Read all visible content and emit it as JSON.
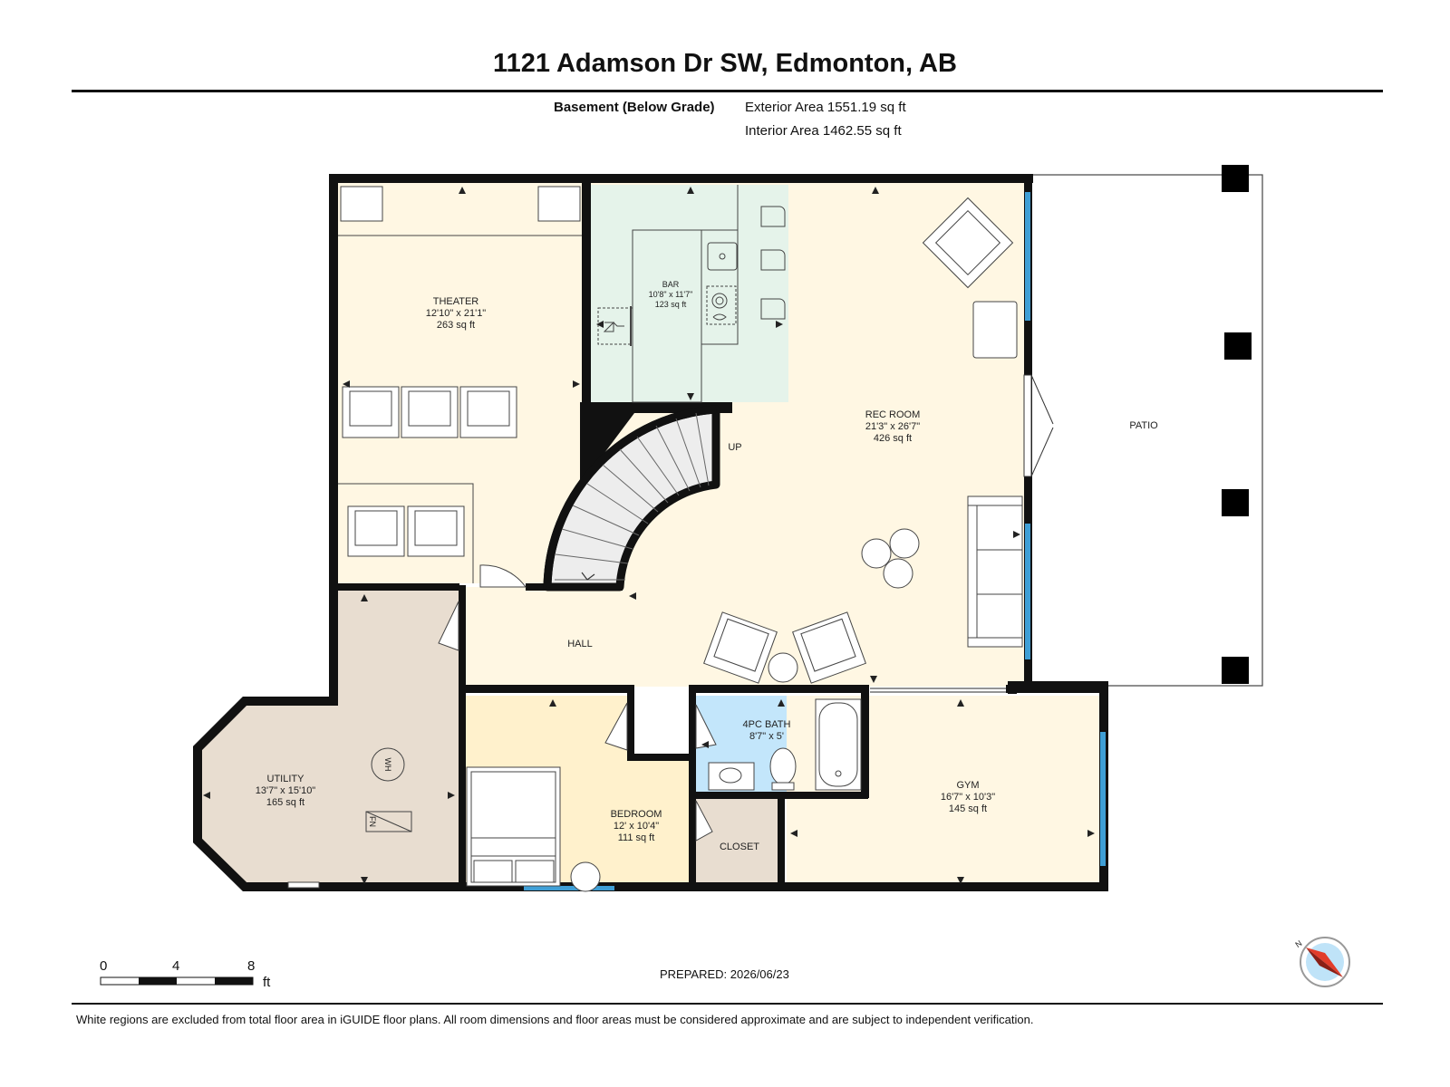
{
  "header": {
    "title": "1121 Adamson Dr SW, Edmonton, AB",
    "level": "Basement (Below Grade)",
    "exterior_area": "Exterior Area 1551.19 sq ft",
    "interior_area": "Interior Area 1462.55 sq ft"
  },
  "rooms": {
    "theater": {
      "name": "THEATER",
      "dims": "12'10\" x 21'1\"",
      "area": "263 sq ft"
    },
    "bar": {
      "name": "BAR",
      "dims": "10'8\" x 11'7\"",
      "area": "123 sq ft"
    },
    "rec_room": {
      "name": "REC ROOM",
      "dims": "21'3\" x 26'7\"",
      "area": "426 sq ft"
    },
    "patio": {
      "name": "PATIO"
    },
    "up": {
      "name": "UP"
    },
    "hall": {
      "name": "HALL"
    },
    "utility": {
      "name": "UTILITY",
      "dims": "13'7\" x 15'10\"",
      "area": "165 sq ft"
    },
    "wh": {
      "name": "WH"
    },
    "fn": {
      "name": "FN"
    },
    "bedroom": {
      "name": "BEDROOM",
      "dims": "12' x 10'4\"",
      "area": "111 sq ft"
    },
    "bath": {
      "name": "4PC BATH",
      "dims": "8'7\" x 5'"
    },
    "closet": {
      "name": "CLOSET"
    },
    "gym": {
      "name": "GYM",
      "dims": "16'7\" x 10'3\"",
      "area": "145 sq ft"
    }
  },
  "scale": {
    "ticks": [
      "0",
      "4",
      "8"
    ],
    "unit": "ft"
  },
  "compass": {
    "label": "N"
  },
  "footer": {
    "prepared": "PREPARED: 2026/06/23",
    "disclaimer": "White regions are excluded from total floor area in iGUIDE floor plans. All room dimensions and floor areas must be considered approximate and are subject to independent verification."
  },
  "colors": {
    "wall": "#111111",
    "theater": "#fff7e3",
    "bar": "#e5f3ea",
    "rec_room": "#fff7e3",
    "utility": "#e8ddd0",
    "bedroom": "#fff1cc",
    "bath": "#c3e6fb",
    "closet": "#e8ddd0",
    "gym": "#fff7e3",
    "window": "#3f9fd6"
  }
}
